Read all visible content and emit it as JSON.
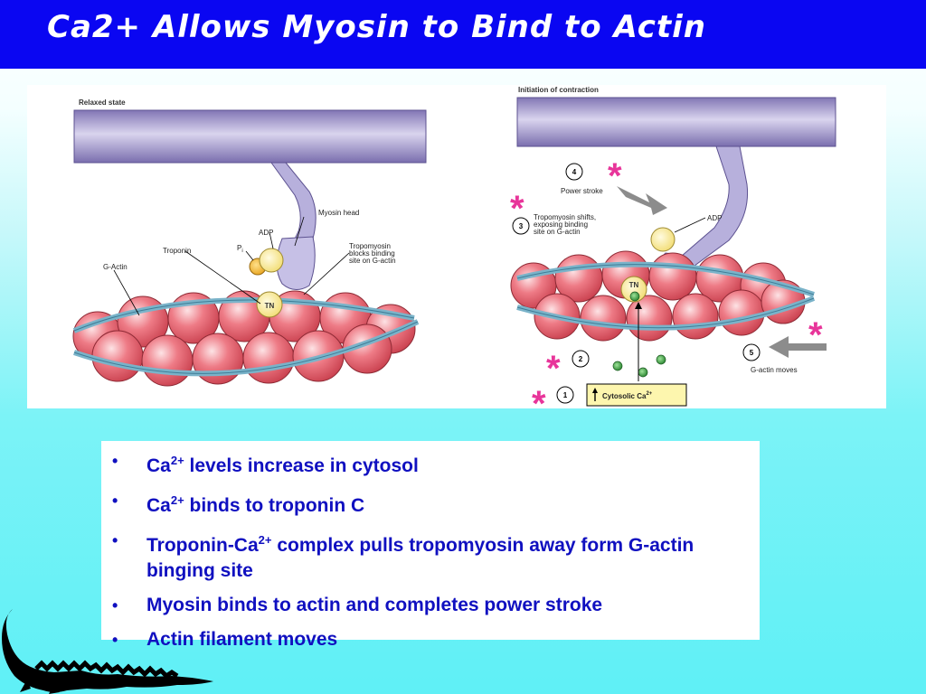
{
  "title": "Ca2+ Allows Myosin to Bind to Actin",
  "figure": {
    "left_panel": {
      "heading": "Relaxed state",
      "labels": {
        "myosin_head": "Myosin head",
        "adp": "ADP",
        "pi": "P",
        "pi_sub": "i",
        "troponin": "Troponin",
        "tropomyosin_line1": "Tropomyosin",
        "tropomyosin_line2": "blocks binding",
        "tropomyosin_line3": "site on G-actin",
        "g_actin": "G-Actin",
        "tn": "TN"
      }
    },
    "right_panel": {
      "heading": "Initiation of contraction",
      "labels": {
        "adp": "ADP",
        "tn": "TN",
        "step4_num": "4",
        "step4_text": "Power stroke",
        "step3_num": "3",
        "step3_line1": "Tropomyosin shifts,",
        "step3_line2": "exposing binding",
        "step3_line3": "site on G-actin",
        "step2_num": "2",
        "step1_num": "1",
        "cytosolic": "Cytosolic Ca",
        "cytosolic_sup": "2+",
        "step5_num": "5",
        "step5_text": "G-actin moves"
      },
      "asterisk": "*"
    }
  },
  "bullets": [
    {
      "pre": "Ca",
      "sup": "2+",
      "post": " levels increase in cytosol"
    },
    {
      "pre": "Ca",
      "sup": "2+",
      "post": " binds to troponin C"
    },
    {
      "pre": "Troponin-Ca",
      "sup": "2+",
      "post": " complex pulls tropomyosin away form G-actin binging site"
    },
    {
      "pre": "Myosin binds to actin and completes power stroke",
      "sup": "",
      "post": ""
    },
    {
      "pre": "Actin filament moves",
      "sup": "",
      "post": ""
    }
  ],
  "bullet_glyph": "•",
  "colors": {
    "title_bar": "#0a06f2",
    "bullet_text": "#1010c0",
    "asterisk": "#e8359a",
    "actin": "#e86070",
    "myosin": "#9d94c8"
  }
}
